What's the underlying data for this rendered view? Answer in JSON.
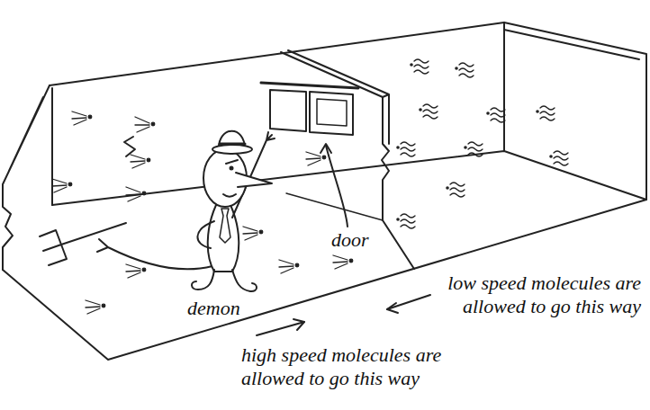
{
  "diagram": {
    "labels": [
      "door",
      "demon",
      "low speed molecules are allowed to go this way",
      "high speed molecules are allowed to go this way"
    ]
  }
}
